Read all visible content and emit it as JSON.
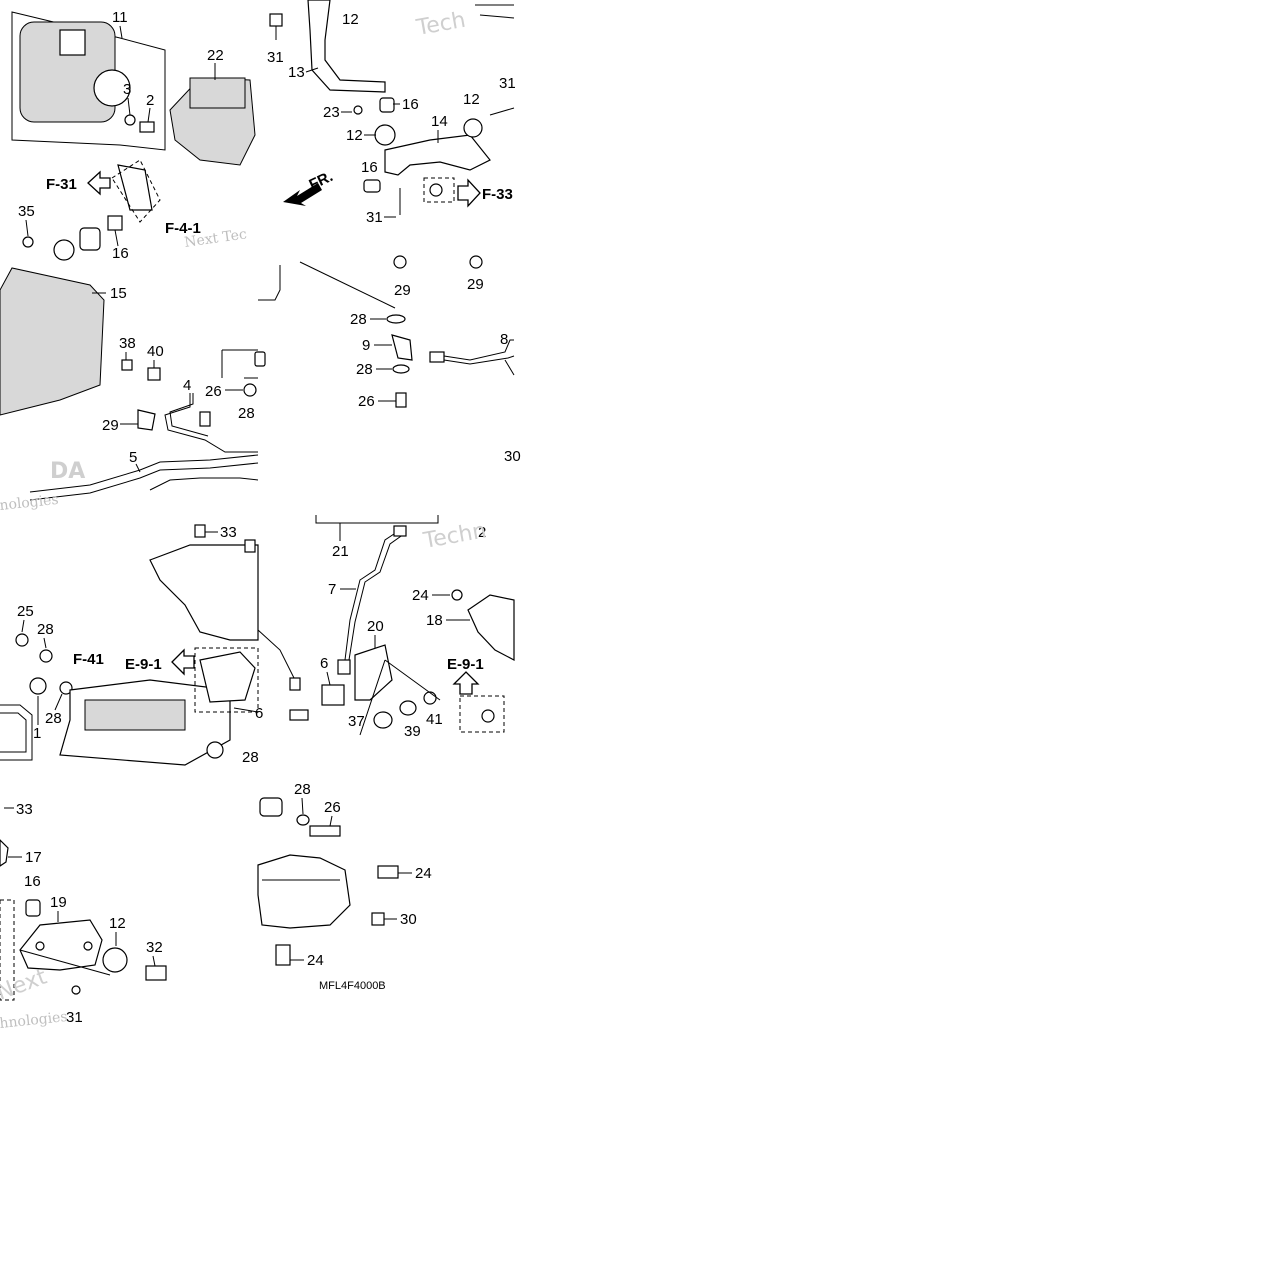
{
  "diagram": {
    "part_numbers": {
      "p11": "11",
      "p22": "22",
      "p3": "3",
      "p2a": "2",
      "p35": "35",
      "p16a": "16",
      "p31a": "31",
      "p13": "13",
      "p12a": "12",
      "p16b": "16",
      "p23": "23",
      "p12b": "12",
      "p14": "14",
      "p31b": "31",
      "p12c": "12",
      "p16c": "16",
      "p31c": "31",
      "p15": "15",
      "p38": "38",
      "p40": "40",
      "p4": "4",
      "p26a": "26",
      "p28a": "28",
      "p29a": "29",
      "p5": "5",
      "p29b": "29",
      "p29c": "29",
      "p28b": "28",
      "p9": "9",
      "p8": "8",
      "p28c": "28",
      "p26b": "26",
      "p30a": "30",
      "p33a": "33",
      "p25": "25",
      "p28d": "28",
      "p1": "1",
      "p28e": "28",
      "p6a": "6",
      "p28f": "28",
      "p21": "21",
      "p2b": "2",
      "p7": "7",
      "p24a": "24",
      "p18": "18",
      "p20": "20",
      "p6b": "6",
      "p37": "37",
      "p39": "39",
      "p41": "41",
      "p33b": "33",
      "p17": "17",
      "p16d": "16",
      "p19": "19",
      "p12d": "12",
      "p32": "32",
      "p31d": "31",
      "p28g": "28",
      "p26c": "26",
      "p24b": "24",
      "p30b": "30",
      "p24c": "24"
    },
    "ref_labels": {
      "f31": "F-31",
      "f41_top": "F-4-1",
      "f33": "F-33",
      "fr": "FR.",
      "f41": "F-41",
      "e91_left": "E-9-1",
      "e91_right": "E-9-1"
    },
    "drawing_code": "MFL4F4000B",
    "watermarks": {
      "tech_top": "Tech",
      "next_tech": "Next Tec",
      "nologies": "nologies",
      "techn_mid": "Techn",
      "next_bottom": "Next",
      "nologies_bottom": "hnologies",
      "honda": "DA"
    }
  }
}
